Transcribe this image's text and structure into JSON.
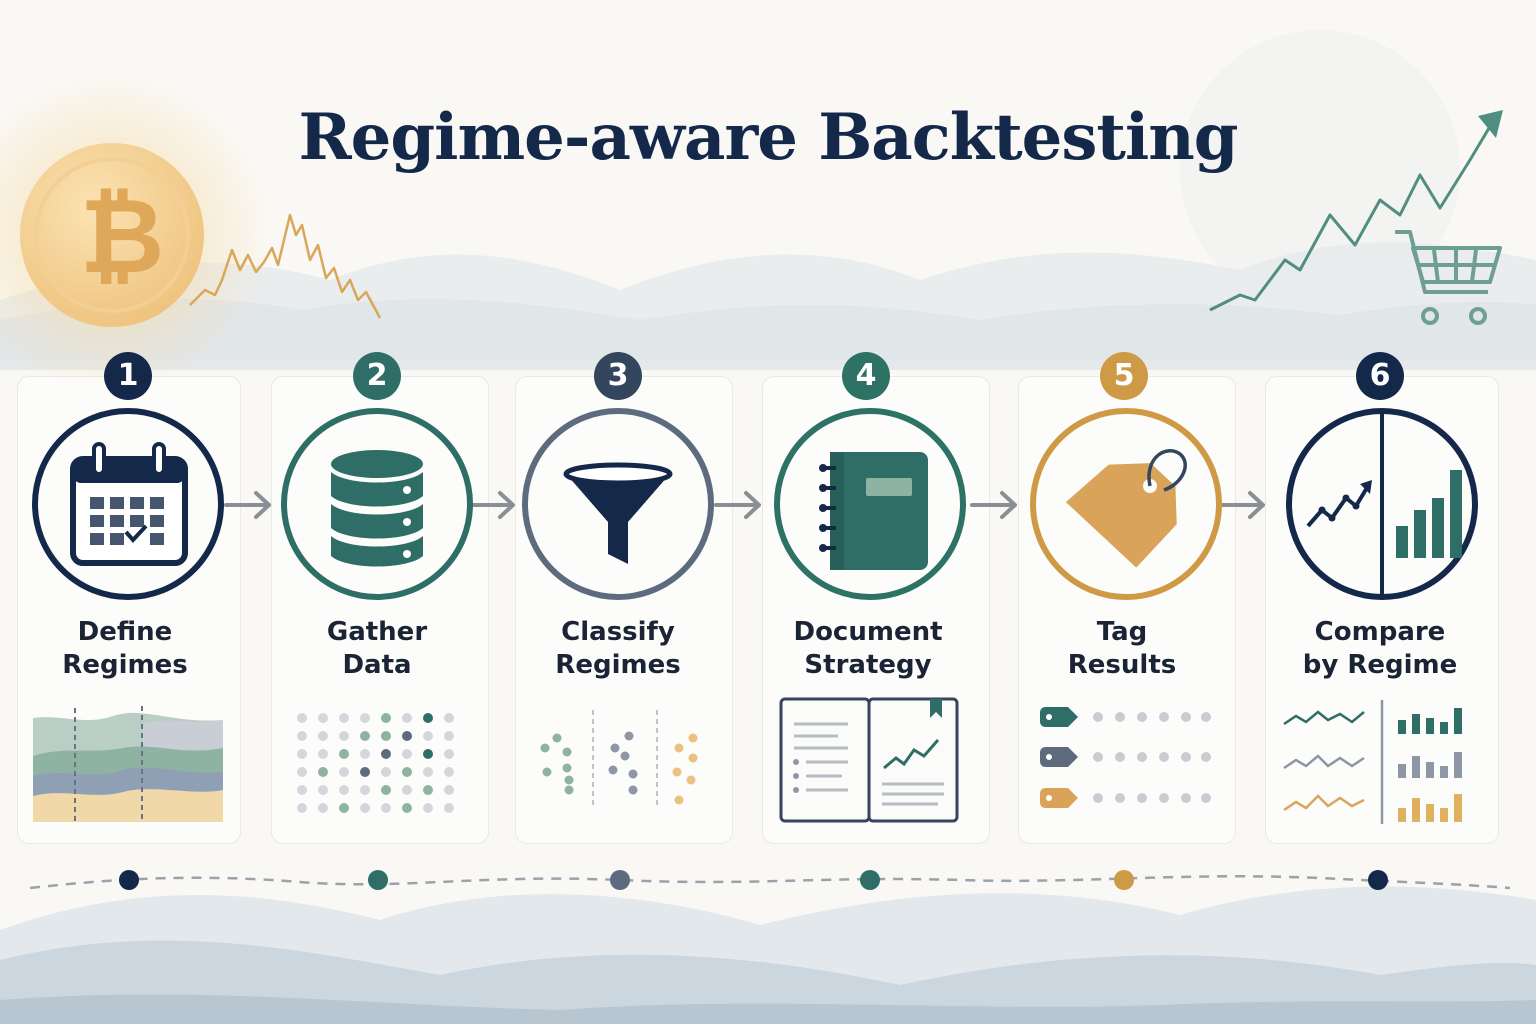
{
  "title": "Regime-aware Backtesting",
  "steps": [
    {
      "number": "1",
      "label": "Define\nRegimes",
      "icon": "calendar-icon",
      "color": "#14284a"
    },
    {
      "number": "2",
      "label": "Gather\nData",
      "icon": "database-icon",
      "color": "#2f6e66"
    },
    {
      "number": "3",
      "label": "Classify\nRegimes",
      "icon": "funnel-icon",
      "color": "#34455e"
    },
    {
      "number": "4",
      "label": "Document\nStrategy",
      "icon": "notebook-icon",
      "color": "#2e7265"
    },
    {
      "number": "5",
      "label": "Tag\nResults",
      "icon": "tag-icon",
      "color": "#cf9a45"
    },
    {
      "number": "6",
      "label": "Compare\nby Regime",
      "icon": "comparison-chart-icon",
      "color": "#14284a"
    }
  ],
  "decor": {
    "left": "bitcoin-coin-icon",
    "right": "shopping-cart-icon"
  },
  "colors": {
    "navy": "#14284a",
    "teal": "#2f6e66",
    "slate": "#5e6b7e",
    "gold": "#cf9a45",
    "sage": "#8fb3a3"
  }
}
